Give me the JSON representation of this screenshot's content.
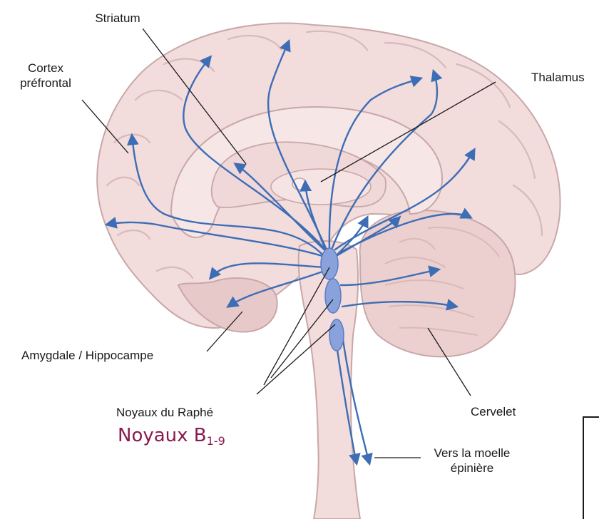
{
  "labels": {
    "striatum": "Striatum",
    "cortex_line1": "Cortex",
    "cortex_line2": "préfrontal",
    "thalamus": "Thalamus",
    "amygdala": "Amygdale / Hippocampe",
    "raphe": "Noyaux du Raphé",
    "cervelet": "Cervelet",
    "spinal_line1": "Vers la moelle",
    "spinal_line2": "épinière"
  },
  "nucleus_title": {
    "base": "Noyaux B",
    "subscript": "1-9"
  },
  "colors": {
    "brain_fill": "#f2dcdc",
    "brain_stroke": "#c9a7a8",
    "fold_stroke": "#d9b9ba",
    "pathway": "#3d6db5",
    "raphe_nuclei": "#8aa2dc",
    "accent_title": "#8a1a4f",
    "label_text": "#1a1a1a",
    "leader_line": "#1a1a1a"
  },
  "icons": [
    "arrowhead-icon"
  ]
}
